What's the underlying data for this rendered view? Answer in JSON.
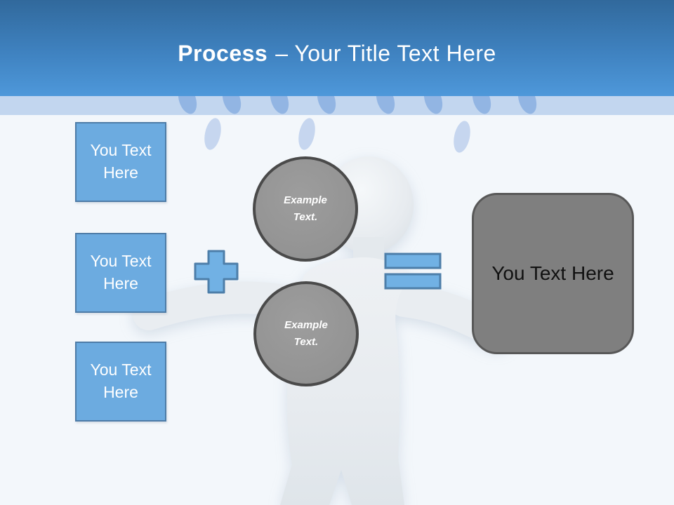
{
  "title": {
    "bold": "Process",
    "rest": "– Your Title Text Here"
  },
  "left_boxes": [
    {
      "label": "You Text Here"
    },
    {
      "label": "You Text Here"
    },
    {
      "label": "You Text Here"
    }
  ],
  "circles": [
    {
      "label": "Example Text."
    },
    {
      "label": "Example Text."
    }
  ],
  "operators": {
    "plus_icon": "+",
    "equals_icon": "="
  },
  "result_box": {
    "label": "You Text Here"
  },
  "colors": {
    "header_top": "#31699c",
    "header_bottom": "#4e98da",
    "band": "#c2d6ef",
    "band_drop": "#92b5e3",
    "fall_drop": "#c6d6ef",
    "bg": "#f3f7fb",
    "accent_blue": "#6cabe0",
    "accent_border": "#4e7ca7",
    "circle_fill": "#949494",
    "circle_border": "#4a4a4a",
    "box_fill": "#7f7f7f",
    "box_border": "#585858"
  }
}
